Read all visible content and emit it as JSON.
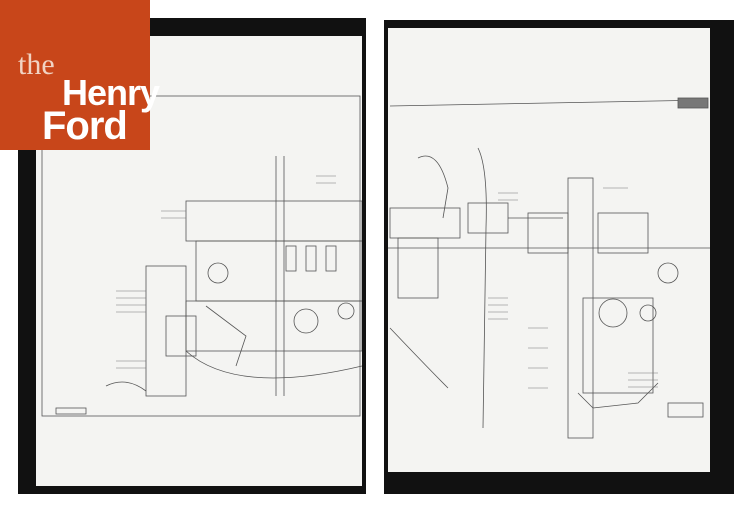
{
  "logo": {
    "line1": "the",
    "line2": "Henry",
    "line3": "Ford",
    "bg_color": "#c8461a"
  },
  "image": {
    "description": "Two scanned engineering blueprint drawing sheets of an engine cross-section on black film plates",
    "panels": [
      {
        "name": "left-sheet",
        "content": "engine side cross-section drawing (left half)"
      },
      {
        "name": "right-sheet",
        "content": "engine cross-section drawing (right half) with end view"
      }
    ]
  }
}
